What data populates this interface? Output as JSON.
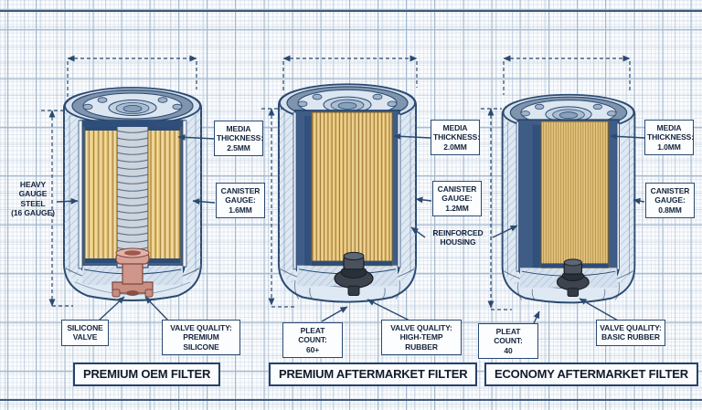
{
  "diagram": {
    "style": "blueprint cutaway comparison of three spin-on oil filters",
    "colors": {
      "ink": "#2a4a70",
      "paper": "#fbfcfe",
      "grid_line": "#a9bdd1",
      "media_tan": "#e8c77c",
      "canister_light_blue": "#dfe9f3",
      "valve_silicone_pink": "#cf978b",
      "valve_rubber_dark": "#3d444e"
    }
  },
  "filters": [
    {
      "title": "PREMIUM OEM FILTER",
      "callouts": {
        "heavy_gauge": "HEAVY\nGAUGE\nSTEEL\n(16 GAUGE)",
        "media": "MEDIA\nTHICKNESS:\n2.5MM",
        "canister": "CANISTER\nGAUGE:\n1.6MM",
        "valve": "SILICONE\nVALVE",
        "valve_quality": "VALVE QUALITY:\nPREMIUM SILICONE"
      }
    },
    {
      "title": "PREMIUM AFTERMARKET FILTER",
      "callouts": {
        "media": "MEDIA\nTHICKNESS:\n2.0MM",
        "canister": "CANISTER\nGAUGE:\n1.2MM",
        "reinforced": "REINFORCED\nHOUSING",
        "pleat": "PLEAT COUNT:\n60+",
        "valve_quality": "VALVE QUALITY:\nHIGH-TEMP RUBBER"
      }
    },
    {
      "title": "ECONOMY AFTERMARKET FILTER",
      "callouts": {
        "media": "MEDIA\nTHICKNESS:\n1.0MM",
        "canister": "CANISTER\nGAUGE:\n0.8MM",
        "pleat": "PLEAT COUNT:\n40",
        "valve_quality": "VALVE QUALITY:\nBASIC RUBBER"
      }
    }
  ]
}
